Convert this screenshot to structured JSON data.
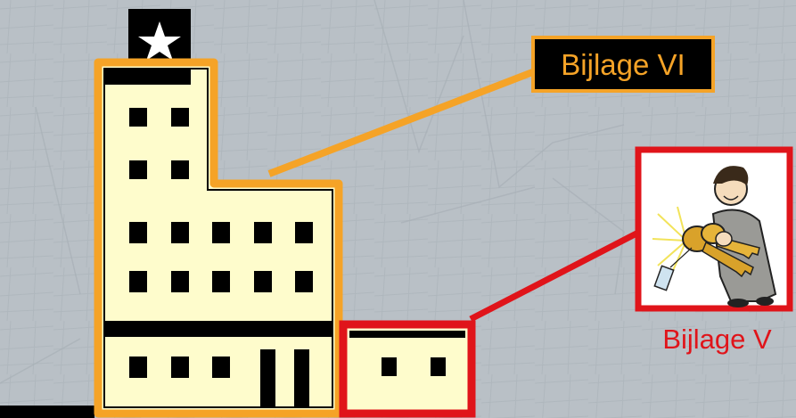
{
  "labels": {
    "annex_six": "Bijlage VI",
    "annex_five": "Bijlage V"
  },
  "colors": {
    "background": "#b9c0c6",
    "building_fill": "#fefccc",
    "building_outline_orange": "#f5a327",
    "highlight_red": "#e0141a",
    "windows": "#000000"
  },
  "icons": {
    "building": "building-icon",
    "star": "star-icon",
    "person_with_keys": "person-with-keys-clipart"
  }
}
